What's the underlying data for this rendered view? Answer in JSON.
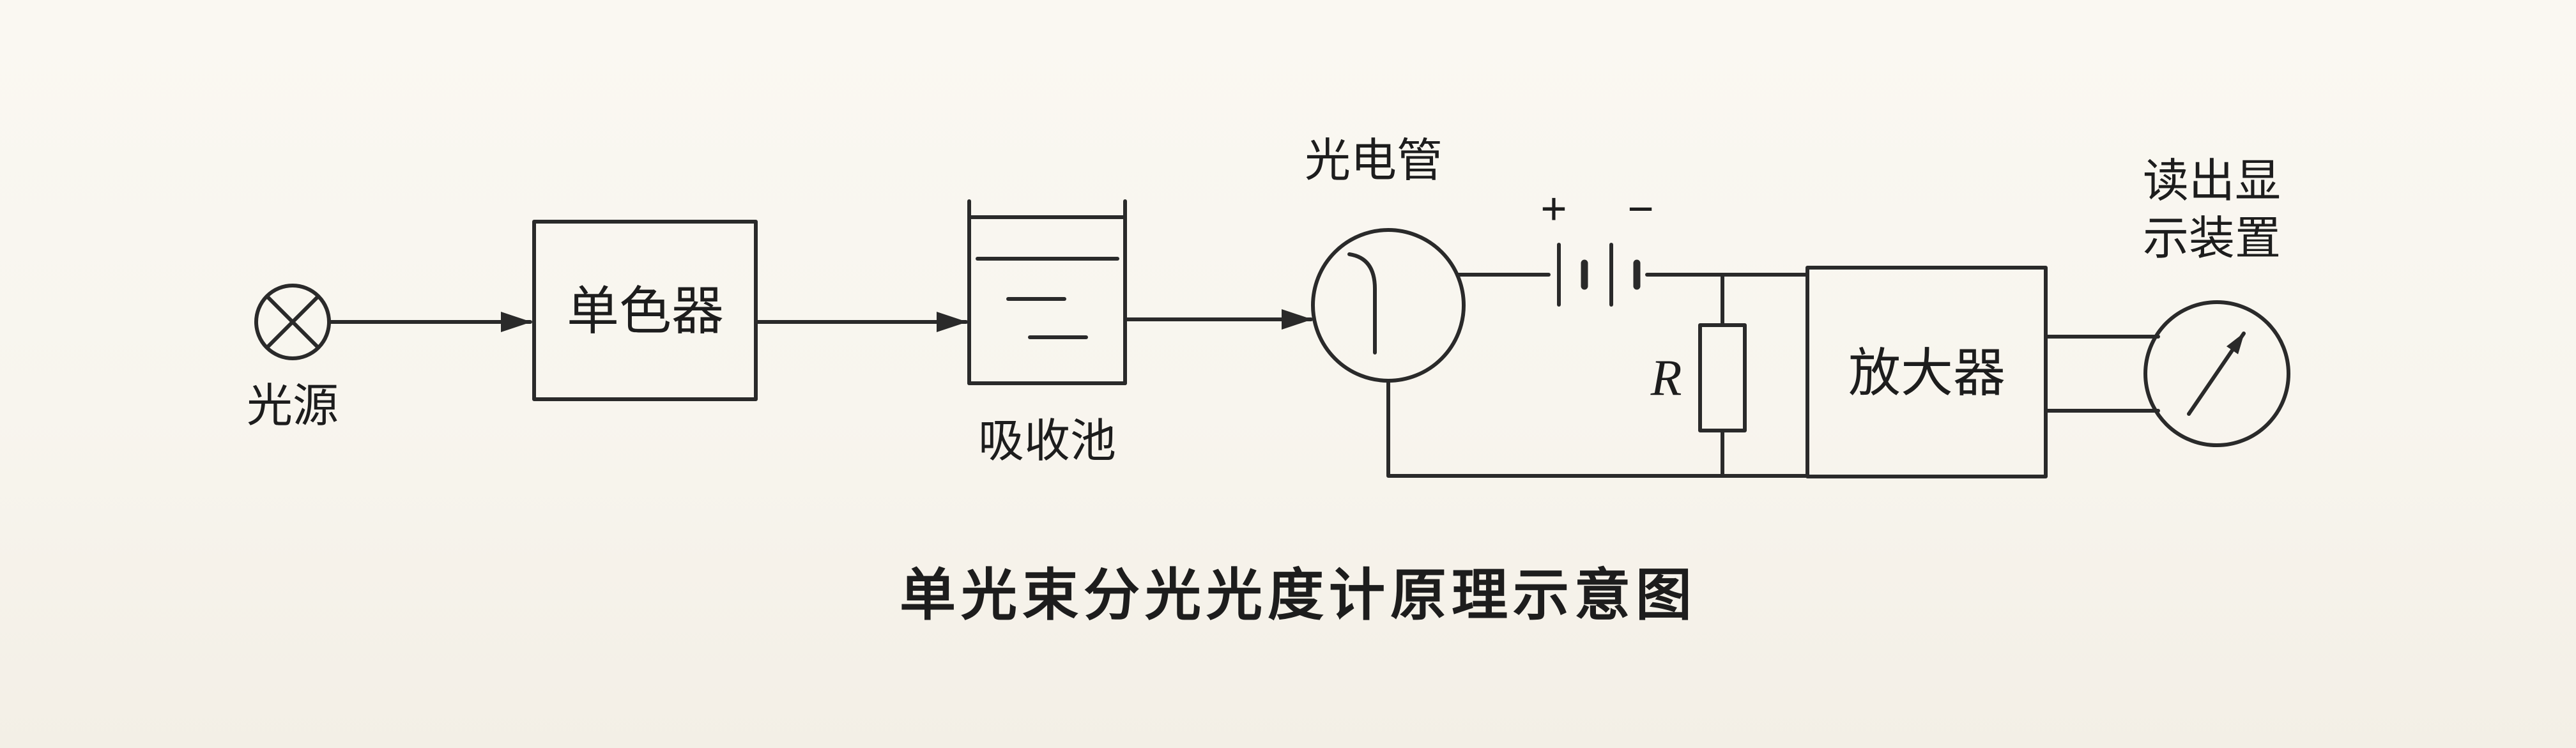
{
  "colors": {
    "background": "#f8f5ee",
    "ink": "#2a2a2a"
  },
  "diagram": {
    "light_source_label": "光源",
    "monochromator_label": "单色器",
    "absorption_cell_label": "吸收池",
    "phototube_label": "光电管",
    "battery_plus": "+",
    "battery_minus": "−",
    "resistor_label": "R",
    "amplifier_label": "放大器",
    "readout_label_line1": "读出显",
    "readout_label_line2": "示装置",
    "caption": "单光束分光光度计原理示意图"
  }
}
